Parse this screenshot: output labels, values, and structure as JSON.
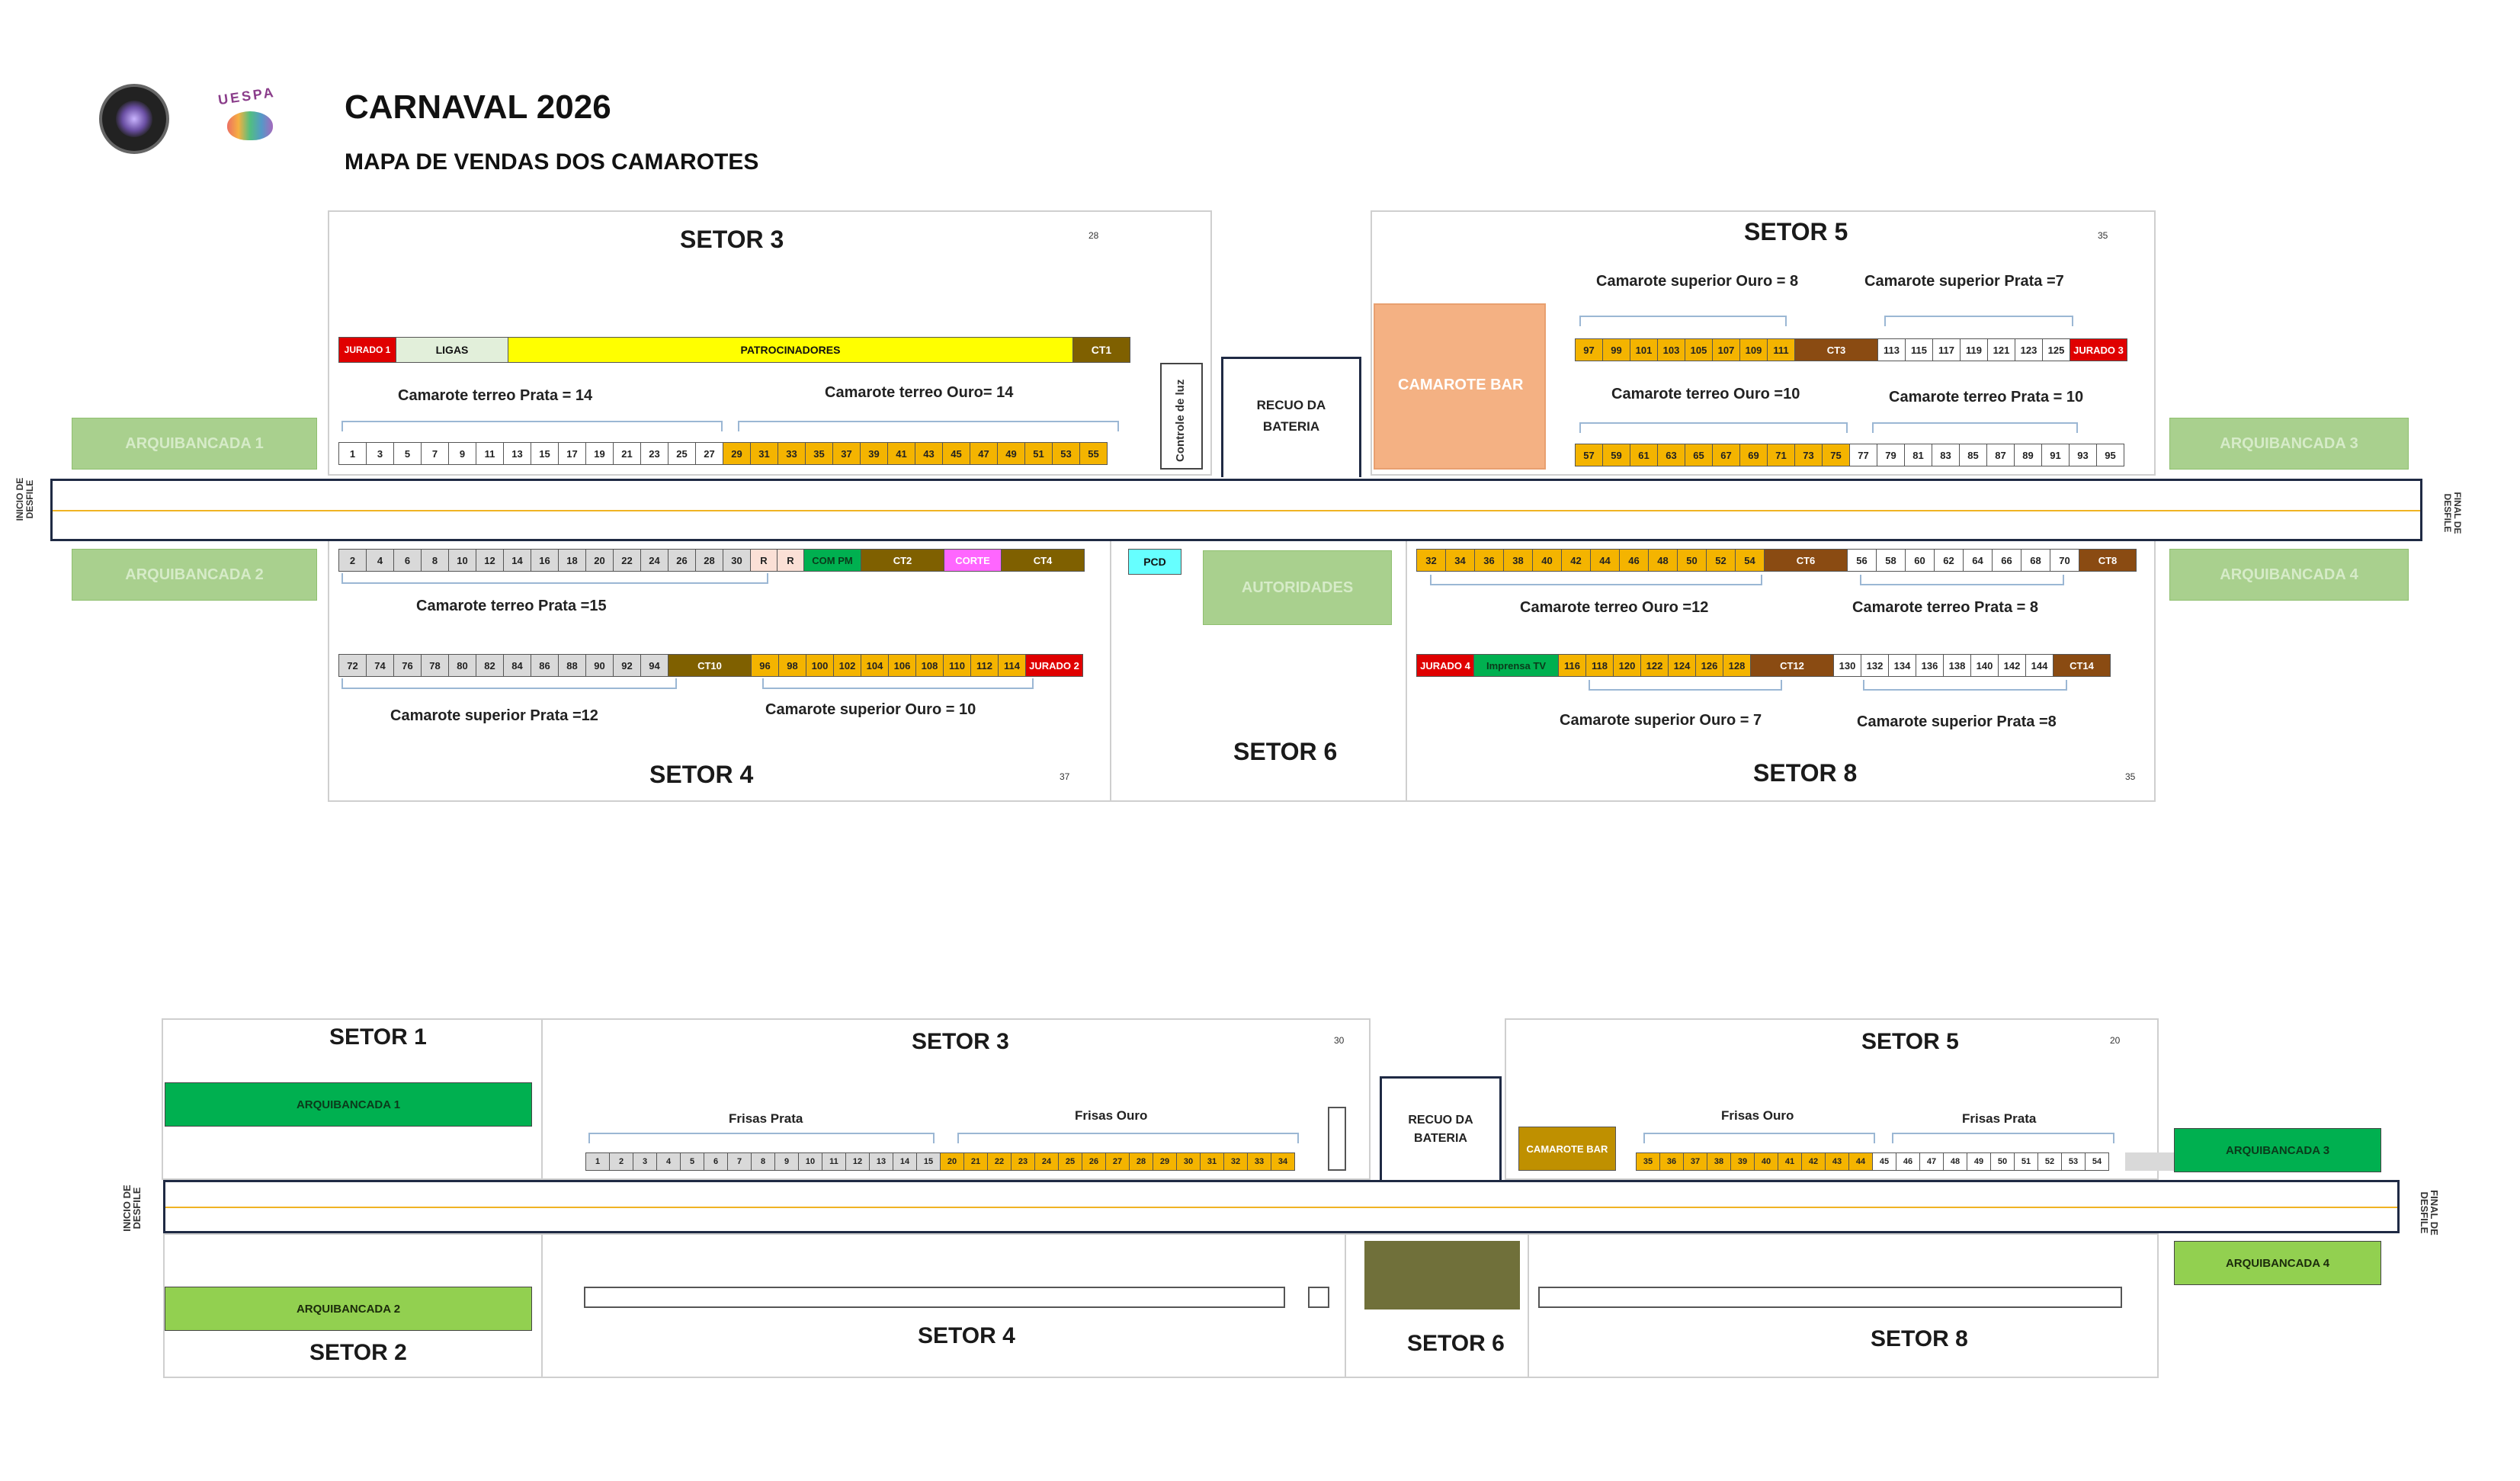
{
  "header": {
    "title": "CARNAVAL 2026",
    "subtitle": "MAPA DE VENDAS DOS CAMAROTES",
    "logo2_text": "UESPA"
  },
  "colors": {
    "gray": "#d9d9d9",
    "white": "#ffffff",
    "gold": "#f4b400",
    "red": "#e00000",
    "brown": "#7f6000",
    "brown_dark": "#8a4b12",
    "yellow": "#ffff00",
    "mint": "#e2efda",
    "salmon": "#f4b183",
    "green": "#00b050",
    "pink": "#ff66ff",
    "cyan": "#66ffff",
    "track_line": "#f0b323"
  },
  "top": {
    "setor3": {
      "title": "SETOR 3",
      "count": "28"
    },
    "setor5": {
      "title": "SETOR 5",
      "count": "35"
    },
    "setor4": {
      "title": "SETOR 4",
      "count": "37"
    },
    "setor6": {
      "title": "SETOR 6"
    },
    "setor8": {
      "title": "SETOR 8",
      "count": "35"
    },
    "recuo": "RECUO DA BATERIA",
    "controle": "Controle de luz",
    "camarote_bar": "CAMAROTE BAR",
    "autoridades": "AUTORIDADES",
    "pcd": "PCD",
    "inicio": "INICIO DE DESFILE",
    "final": "FINAL DE DESFILE",
    "arq1": "ARQUIBANCADA 1",
    "arq2": "ARQUIBANCADA 2",
    "arq3": "ARQUIBANCADA 3",
    "arq4": "ARQUIBANCADA 4",
    "labels": {
      "terreo_prata_14": "Camarote terreo Prata = 14",
      "terreo_ouro_14": "Camarote terreo Ouro= 14",
      "sup_ouro_8": "Camarote superior Ouro = 8",
      "sup_prata_7": "Camarote superior Prata =7",
      "terreo_ouro_10": "Camarote terreo Ouro =10",
      "terreo_prata_10": "Camarote terreo Prata = 10",
      "terreo_prata_15": "Camarote terreo Prata =15",
      "sup_prata_12": "Camarote superior Prata =12",
      "sup_ouro_10": "Camarote superior Ouro = 10",
      "terreo_ouro_12": "Camarote terreo Ouro =12",
      "terreo_prata_8": "Camarote terreo Prata = 8",
      "sup_ouro_7": "Camarote superior Ouro = 7",
      "sup_prata_8": "Camarote superior Prata =8"
    },
    "row_s3_upper": [
      {
        "t": "JURADO 1",
        "c": "red"
      },
      {
        "t": "LIGAS",
        "c": "mint"
      },
      {
        "t": "PATROCINADORES",
        "c": "yellow"
      },
      {
        "t": "CT1",
        "c": "brown"
      }
    ],
    "row_s3_lower": [
      "1",
      "3",
      "5",
      "7",
      "9",
      "11",
      "13",
      "15",
      "17",
      "19",
      "21",
      "23",
      "25",
      "27",
      "29",
      "31",
      "33",
      "35",
      "37",
      "39",
      "41",
      "43",
      "45",
      "47",
      "49",
      "51",
      "53",
      "55"
    ],
    "row_s5_upper": [
      "97",
      "99",
      "101",
      "103",
      "105",
      "107",
      "109",
      "111",
      "CT3",
      "113",
      "115",
      "117",
      "119",
      "121",
      "123",
      "125",
      "JURADO 3"
    ],
    "row_s5_lower": [
      "57",
      "59",
      "61",
      "63",
      "65",
      "67",
      "69",
      "71",
      "73",
      "75",
      "77",
      "79",
      "81",
      "83",
      "85",
      "87",
      "89",
      "91",
      "93",
      "95"
    ],
    "row_s4_upper": [
      "2",
      "4",
      "6",
      "8",
      "10",
      "12",
      "14",
      "16",
      "18",
      "20",
      "22",
      "24",
      "26",
      "28",
      "30",
      "R",
      "R",
      "COM PM",
      "CT2",
      "CORTE",
      "CT4"
    ],
    "row_s4_lower": [
      "72",
      "74",
      "76",
      "78",
      "80",
      "82",
      "84",
      "86",
      "88",
      "90",
      "92",
      "94",
      "CT10",
      "96",
      "98",
      "100",
      "102",
      "104",
      "106",
      "108",
      "110",
      "112",
      "114",
      "JURADO 2"
    ],
    "row_s8_upper": [
      "32",
      "34",
      "36",
      "38",
      "40",
      "42",
      "44",
      "46",
      "48",
      "50",
      "52",
      "54",
      "CT6",
      "56",
      "58",
      "60",
      "62",
      "64",
      "66",
      "68",
      "70",
      "CT8"
    ],
    "row_s8_lower": [
      "JURADO 4",
      "Imprensa TV",
      "116",
      "118",
      "120",
      "122",
      "124",
      "126",
      "128",
      "CT12",
      "130",
      "132",
      "134",
      "136",
      "138",
      "140",
      "142",
      "144",
      "CT14"
    ]
  },
  "bottom": {
    "setor1": "SETOR 1",
    "setor2": "SETOR 2",
    "setor3": {
      "title": "SETOR 3",
      "count": "30"
    },
    "setor4": "SETOR 4",
    "setor5": {
      "title": "SETOR 5",
      "count": "20"
    },
    "setor6": "SETOR 6",
    "setor8": "SETOR 8",
    "recuo": "RECUO DA BATERIA",
    "camarote_bar": "CAMAROTE BAR",
    "inicio": "INICIO DE DESFILE",
    "final": "FINAL DE DESFILE",
    "arq1": "ARQUIBANCADA 1",
    "arq2": "ARQUIBANCADA 2",
    "arq3": "ARQUIBANCADA 3",
    "arq4": "ARQUIBANCADA 4",
    "frisas_prata": "Frisas Prata",
    "frisas_ouro": "Frisas Ouro",
    "frisas_ouro_5": "Frisas Ouro",
    "frisas_prata_5": "Frisas Prata",
    "row_s3": [
      "1",
      "2",
      "3",
      "4",
      "5",
      "6",
      "7",
      "8",
      "9",
      "10",
      "11",
      "12",
      "13",
      "14",
      "15",
      "20",
      "21",
      "22",
      "23",
      "24",
      "25",
      "26",
      "27",
      "28",
      "29",
      "30",
      "31",
      "32",
      "33",
      "34"
    ],
    "row_s5": [
      "35",
      "36",
      "37",
      "38",
      "39",
      "40",
      "41",
      "42",
      "43",
      "44",
      "45",
      "46",
      "47",
      "48",
      "49",
      "50",
      "51",
      "52",
      "53",
      "54"
    ]
  }
}
